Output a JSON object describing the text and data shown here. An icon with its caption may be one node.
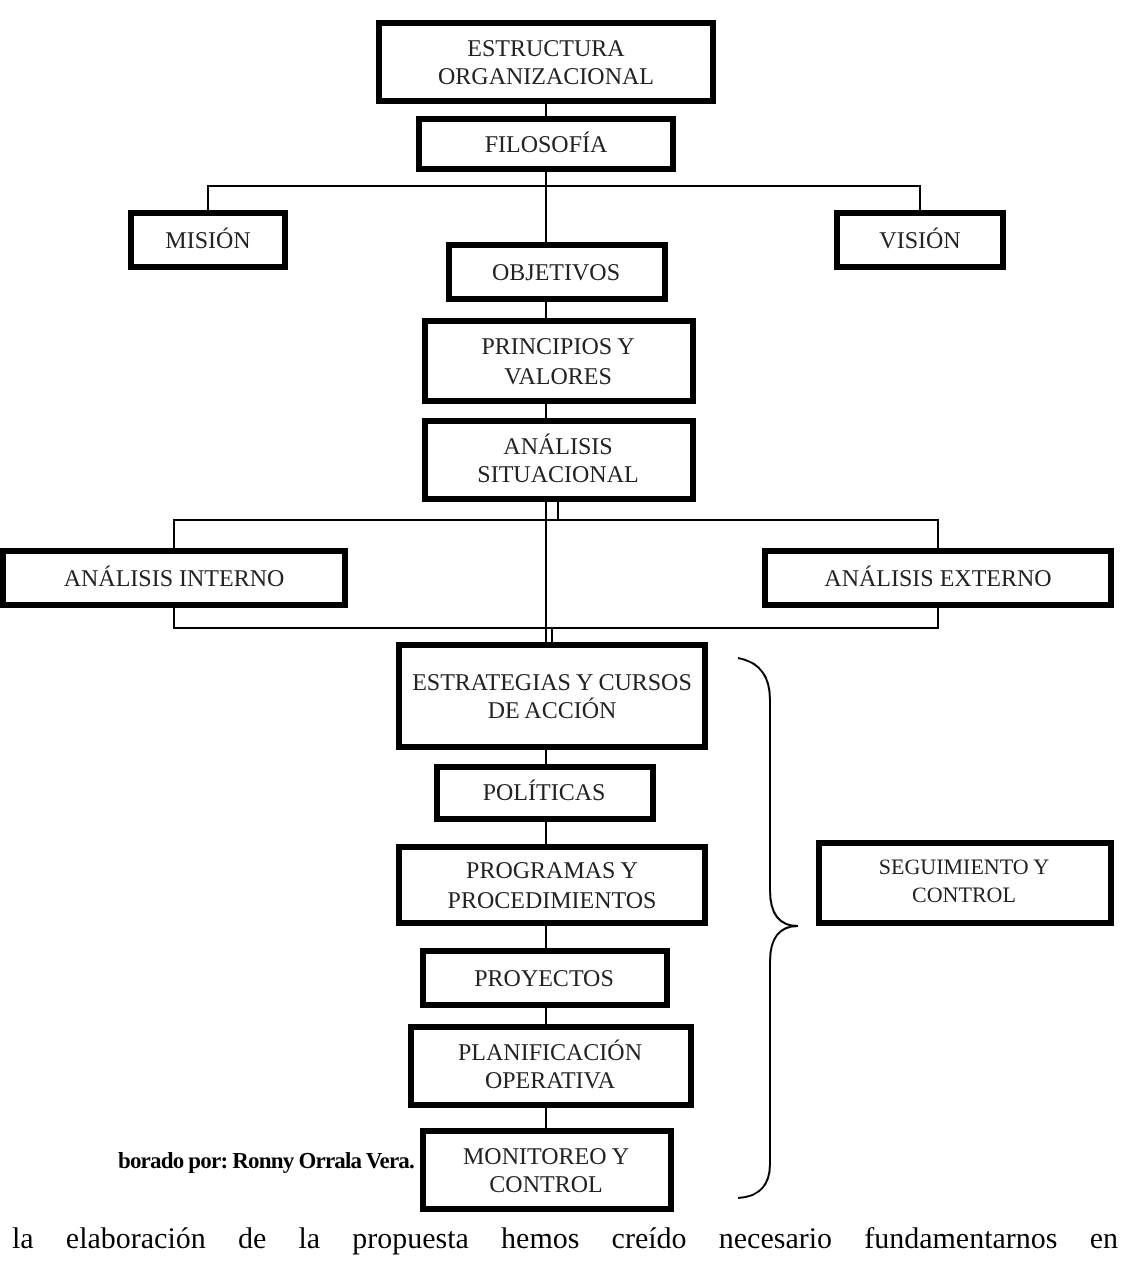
{
  "diagram": {
    "nodes": [
      {
        "text": [
          "ESTRUCTURA ORGANIZACIONAL"
        ]
      },
      {
        "text": [
          "FILOSOFÍA"
        ]
      },
      {
        "text": [
          "MISIÓN"
        ]
      },
      {
        "text": [
          "VISIÓN"
        ]
      },
      {
        "text": [
          "OBJETIVOS"
        ]
      },
      {
        "text": [
          "PRINCIPIOS Y VALORES"
        ]
      },
      {
        "text": [
          "ANÁLISIS SITUACIONAL"
        ]
      },
      {
        "text": [
          "ANÁLISIS INTERNO"
        ]
      },
      {
        "text": [
          "ANÁLISIS EXTERNO"
        ]
      },
      {
        "text": [
          "ESTRATEGIAS Y CURSOS DE ACCIÓN"
        ]
      },
      {
        "text": [
          "POLÍTICAS"
        ]
      },
      {
        "text": [
          "PROGRAMAS Y PROCEDIMIENTOS"
        ]
      },
      {
        "text": [
          "PROYECTOS"
        ]
      },
      {
        "text": [
          "PLANIFICACIÓN OPERATIVA"
        ]
      },
      {
        "text": [
          "MONITOREO Y CONTROL"
        ]
      },
      {
        "text": [
          "SEGUIMIENTO Y CONTROL"
        ]
      }
    ],
    "edges": [
      {
        "from": 0,
        "to": 1,
        "arrow": "none"
      },
      {
        "from": 1,
        "to": 2,
        "arrow": "none"
      },
      {
        "from": 1,
        "to": 3,
        "arrow": "none"
      },
      {
        "from": 1,
        "to": 4,
        "arrow": "none"
      },
      {
        "from": 4,
        "to": 5,
        "arrow": "none"
      },
      {
        "from": 5,
        "to": 6,
        "arrow": "none"
      },
      {
        "from": 6,
        "to": 7,
        "arrow": "none"
      },
      {
        "from": 6,
        "to": 8,
        "arrow": "none"
      },
      {
        "from": 6,
        "to": 9,
        "arrow": "none"
      },
      {
        "from": 7,
        "to": 9,
        "arrow": "none"
      },
      {
        "from": 8,
        "to": 9,
        "arrow": "none"
      },
      {
        "from": 9,
        "to": 10,
        "arrow": "none"
      },
      {
        "from": 10,
        "to": 11,
        "arrow": "none"
      },
      {
        "from": 11,
        "to": 12,
        "arrow": "none"
      },
      {
        "from": 12,
        "to": 13,
        "arrow": "none"
      },
      {
        "from": 13,
        "to": 14,
        "arrow": "none"
      }
    ],
    "labels": [
      "borado por: Ronny Orrala Vera.",
      "la elaboración de la propuesta hemos creído necesario fundamentarnos en"
    ]
  }
}
